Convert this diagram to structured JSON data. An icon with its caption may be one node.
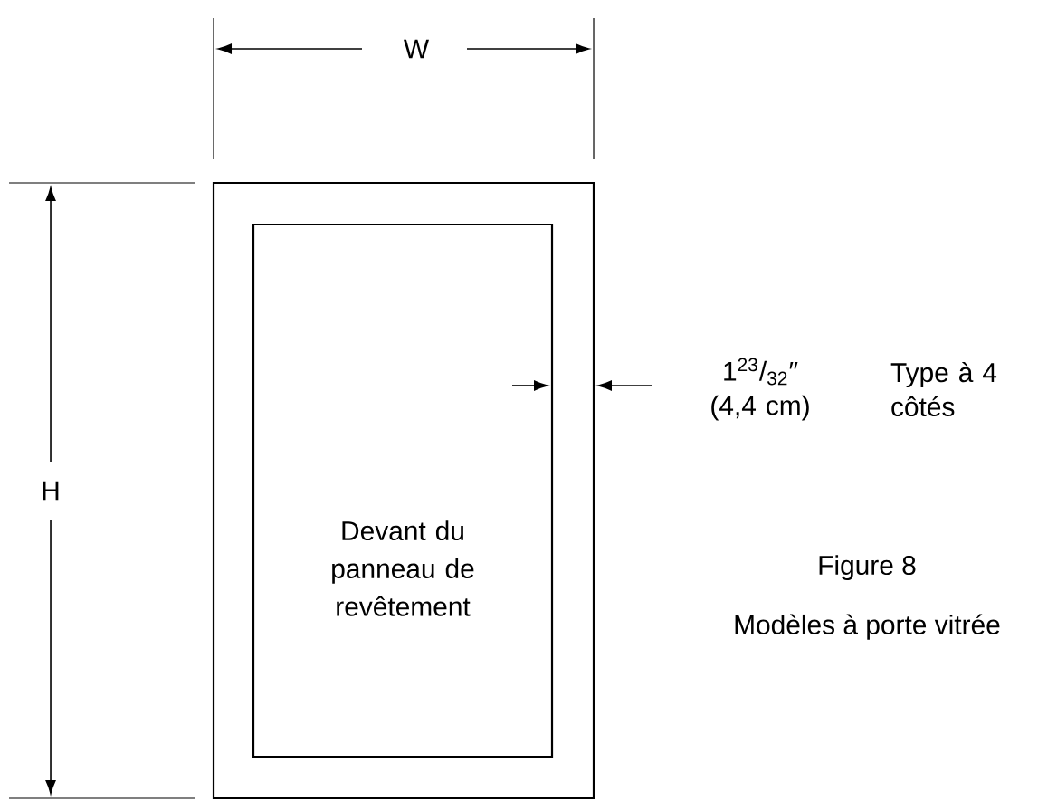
{
  "diagram": {
    "caption": "Figure 8 Modèles à porte vitrée",
    "nodes": [
      {
        "text": [],
        "shape": "box"
      },
      {
        "text": [
          "Devant du panneau de revêtement"
        ],
        "in": 0
      }
    ],
    "labels": [
      "W",
      "H",
      "1$^{23}$/$_{32}$″ (4,4 cm)",
      "Type à 4 côtés"
    ]
  }
}
